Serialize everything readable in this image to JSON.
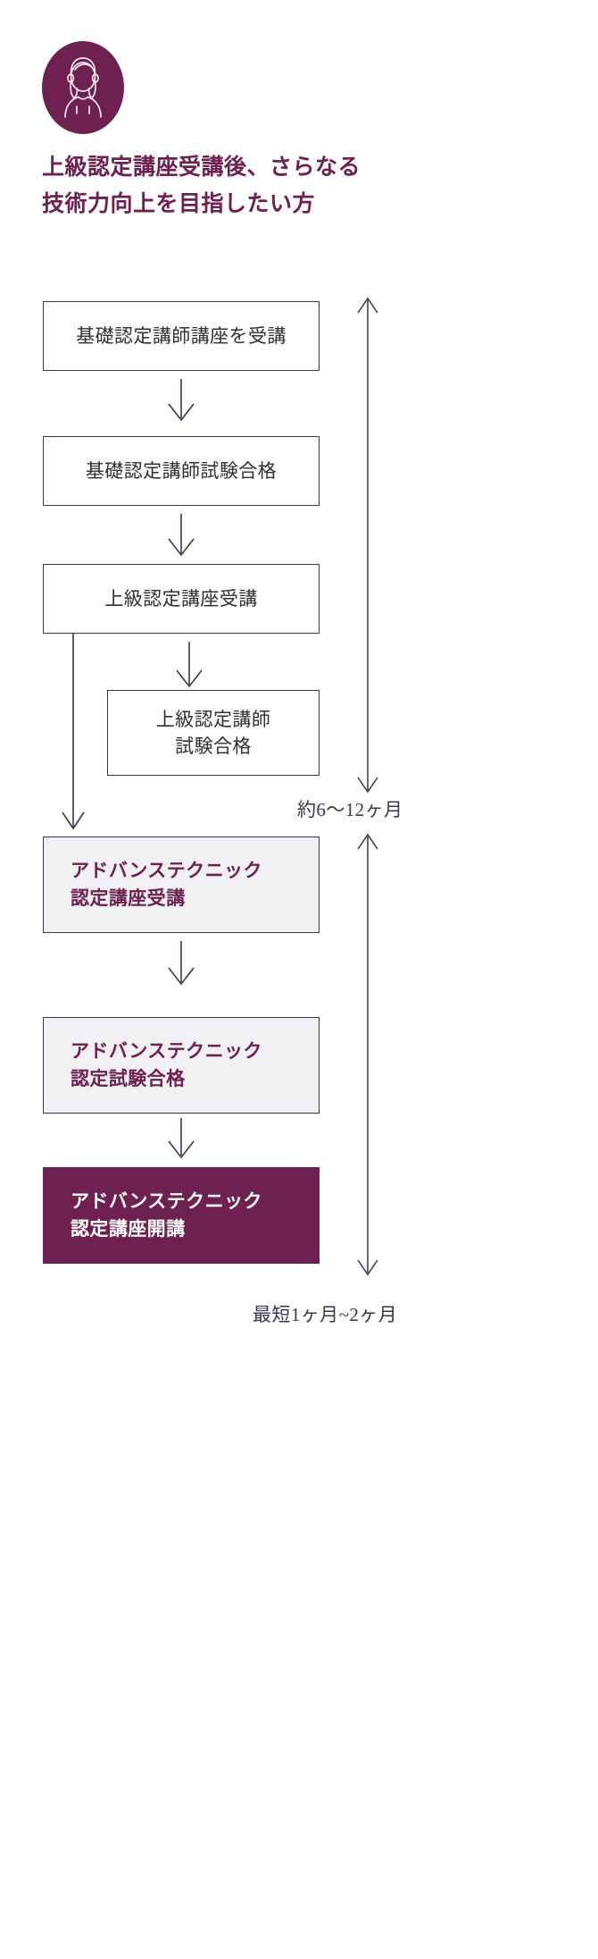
{
  "header": {
    "icon_name": "woman-avatar-icon",
    "badge_color": "#6E2150",
    "title": "上級認定講座受講後、さらなる\n技術力向上を目指したい方"
  },
  "colors": {
    "accent": "#6E2150",
    "line": "#3A3551",
    "box_fill_light": "#F1F1F3",
    "text_dark": "#2F2F34",
    "background": "#FFFFFF"
  },
  "flow": {
    "type": "flowchart",
    "nodes": [
      {
        "id": "n1",
        "label": "基礎認定講師講座を受講",
        "style": "plain"
      },
      {
        "id": "n2",
        "label": "基礎認定講師試験合格",
        "style": "plain"
      },
      {
        "id": "n3",
        "label": "上級認定講座受講",
        "style": "plain"
      },
      {
        "id": "n4",
        "label": "上級認定講師\n試験合格",
        "style": "plain-indented"
      },
      {
        "id": "n5",
        "label": "アドバンステクニック\n認定講座受講",
        "style": "filled-light"
      },
      {
        "id": "n6",
        "label": "アドバンステクニック\n認定試験合格",
        "style": "filled-light"
      },
      {
        "id": "n7",
        "label": "アドバンステクニック\n認定講座開講",
        "style": "filled-solid"
      }
    ],
    "durations": [
      {
        "id": "d1",
        "label": "約6〜12ヶ月",
        "spans": "n1-n4"
      },
      {
        "id": "d2",
        "label": "最短1ヶ月~2ヶ月",
        "spans": "n5-n7"
      }
    ],
    "connector_names": [
      "arrow-n1-n2",
      "arrow-n2-n3",
      "arrow-n3-n4",
      "arrow-n3-n5-branch",
      "arrow-n5-n6",
      "arrow-n6-n7",
      "bracket-duration-1",
      "bracket-duration-2"
    ]
  }
}
